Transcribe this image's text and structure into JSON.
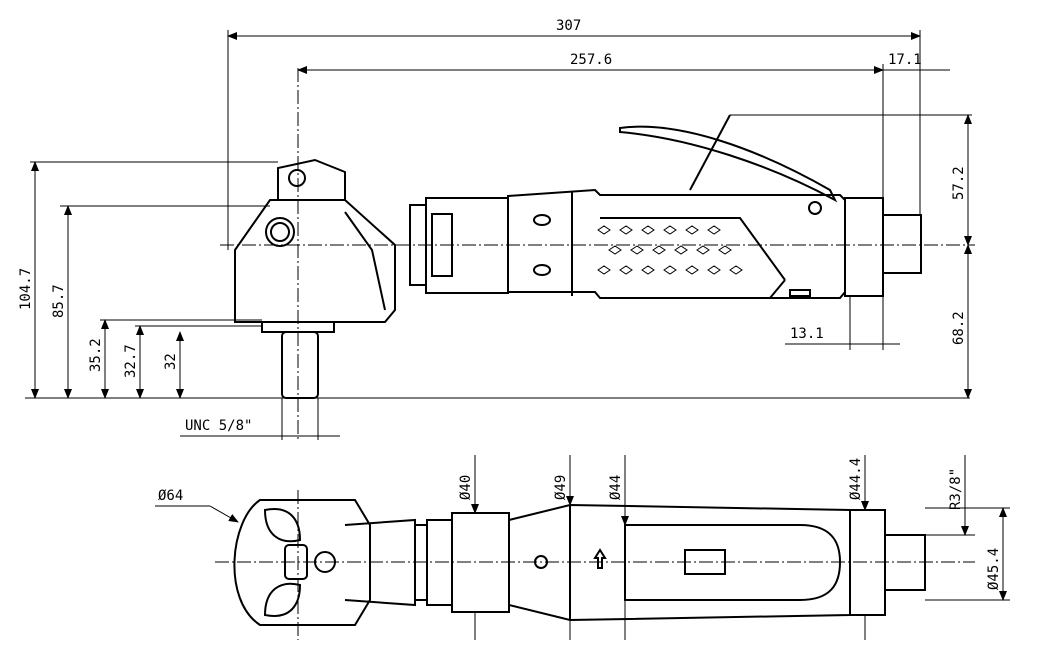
{
  "dimensions": {
    "overall_length": "307",
    "body_length": "257.6",
    "rear_offset": "17.1",
    "total_height": "104.7",
    "head_height": "85.7",
    "spindle_level_a": "35.2",
    "spindle_level_b": "32.7",
    "spindle_level_c": "32",
    "thread": "UNC 5/8\"",
    "lever_height": "57.2",
    "bottom_height": "68.2",
    "exhaust_width": "13.1",
    "head_dia": "Ø64",
    "dia_40": "Ø40",
    "dia_49": "Ø49",
    "dia_44": "Ø44",
    "dia_44_4": "Ø44.4",
    "inlet_thread": "R3/8\"",
    "inlet_dia": "Ø45.4"
  },
  "colors": {
    "line": "#000000",
    "background": "#ffffff"
  }
}
